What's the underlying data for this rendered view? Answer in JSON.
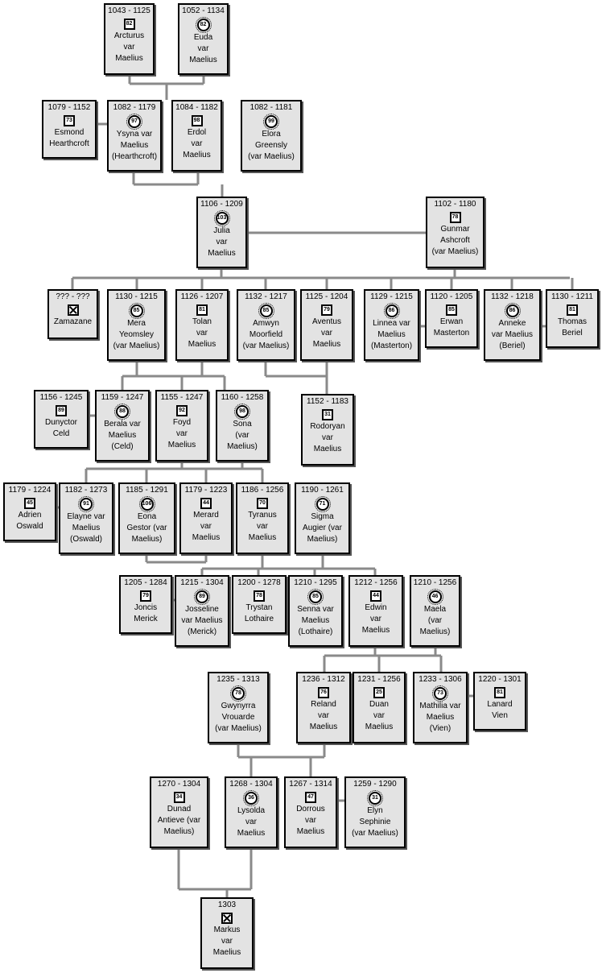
{
  "people": [
    {
      "id": "arcturus",
      "dates": "1043 - 1125",
      "age": "82",
      "shape": "square",
      "name": [
        "Arcturus",
        "var",
        "Maelius"
      ]
    },
    {
      "id": "euda",
      "dates": "1052 - 1134",
      "age": "82",
      "shape": "circle",
      "name": [
        "Euda",
        "var",
        "Maelius"
      ]
    },
    {
      "id": "esmond",
      "dates": "1079 - 1152",
      "age": "73",
      "shape": "square",
      "name": [
        "Esmond",
        "Hearthcroft"
      ]
    },
    {
      "id": "ysyna",
      "dates": "1082 - 1179",
      "age": "97",
      "shape": "circle",
      "name": [
        "Ysyna var",
        "Maelius",
        "(Hearthcroft)"
      ]
    },
    {
      "id": "erdol",
      "dates": "1084 - 1182",
      "age": "98",
      "shape": "square",
      "name": [
        "Erdol",
        "var",
        "Maelius"
      ]
    },
    {
      "id": "elora",
      "dates": "1082 - 1181",
      "age": "99",
      "shape": "circle",
      "name": [
        "Elora",
        "Greensly",
        "(var Maelius)"
      ]
    },
    {
      "id": "julia",
      "dates": "1106 - 1209",
      "age": "103",
      "shape": "circle",
      "name": [
        "Julia",
        "var",
        "Maelius"
      ]
    },
    {
      "id": "gunmar",
      "dates": "1102 - 1180",
      "age": "78",
      "shape": "square",
      "name": [
        "Gunmar",
        "Ashcroft",
        "(var Maelius)"
      ]
    },
    {
      "id": "zamazane",
      "dates": "??? - ???",
      "age": "",
      "shape": "unknown",
      "name": [
        "Zamazane"
      ]
    },
    {
      "id": "mera",
      "dates": "1130 - 1215",
      "age": "85",
      "shape": "circle",
      "name": [
        "Mera",
        "Yeomsley",
        "(var Maelius)"
      ]
    },
    {
      "id": "tolan",
      "dates": "1126 - 1207",
      "age": "81",
      "shape": "square",
      "name": [
        "Tolan",
        "var",
        "Maelius"
      ]
    },
    {
      "id": "amwyn",
      "dates": "1132 - 1217",
      "age": "85",
      "shape": "circle",
      "name": [
        "Amwyn",
        "Moorfield",
        "(var Maelius)"
      ]
    },
    {
      "id": "aventus",
      "dates": "1125 - 1204",
      "age": "79",
      "shape": "square",
      "name": [
        "Aventus",
        "var",
        "Maelius"
      ]
    },
    {
      "id": "linnea",
      "dates": "1129 - 1215",
      "age": "86",
      "shape": "circle",
      "name": [
        "Linnea var",
        "Maelius",
        "(Masterton)"
      ]
    },
    {
      "id": "erwan",
      "dates": "1120 - 1205",
      "age": "85",
      "shape": "square",
      "name": [
        "Erwan",
        "Masterton"
      ]
    },
    {
      "id": "anneke",
      "dates": "1132 - 1218",
      "age": "86",
      "shape": "circle",
      "name": [
        "Anneke",
        "var Maelius",
        "(Beriel)"
      ]
    },
    {
      "id": "thomas",
      "dates": "1130 - 1211",
      "age": "81",
      "shape": "square",
      "name": [
        "Thomas",
        "Beriel"
      ]
    },
    {
      "id": "dunyctor",
      "dates": "1156 - 1245",
      "age": "89",
      "shape": "square",
      "name": [
        "Dunyctor",
        "Celd"
      ]
    },
    {
      "id": "berala",
      "dates": "1159 - 1247",
      "age": "88",
      "shape": "circle",
      "name": [
        "Berala var",
        "Maelius",
        "(Celd)"
      ]
    },
    {
      "id": "foyd",
      "dates": "1155 - 1247",
      "age": "92",
      "shape": "square",
      "name": [
        "Foyd",
        "var",
        "Maelius"
      ]
    },
    {
      "id": "sona",
      "dates": "1160 - 1258",
      "age": "98",
      "shape": "circle",
      "name": [
        "Sona",
        "(var",
        "Maelius)"
      ]
    },
    {
      "id": "rodoryan",
      "dates": "1152 - 1183",
      "age": "31",
      "shape": "square",
      "name": [
        "Rodoryan",
        "var",
        "Maelius"
      ]
    },
    {
      "id": "adrien",
      "dates": "1179 - 1224",
      "age": "45",
      "shape": "square",
      "name": [
        "Adrien",
        "Oswald"
      ]
    },
    {
      "id": "elayne",
      "dates": "1182 - 1273",
      "age": "91",
      "shape": "circle",
      "name": [
        "Elayne var",
        "Maelius",
        "(Oswald)"
      ]
    },
    {
      "id": "eona",
      "dates": "1185 - 1291",
      "age": "106",
      "shape": "circle",
      "name": [
        "Eona",
        "Gestor (var",
        "Maelius)"
      ]
    },
    {
      "id": "merard",
      "dates": "1179 - 1223",
      "age": "44",
      "shape": "square",
      "name": [
        "Merard",
        "var",
        "Maelius"
      ]
    },
    {
      "id": "tyranus",
      "dates": "1186 - 1256",
      "age": "70",
      "shape": "square",
      "name": [
        "Tyranus",
        "var",
        "Maelius"
      ]
    },
    {
      "id": "sigma",
      "dates": "1190 - 1261",
      "age": "71",
      "shape": "circle",
      "name": [
        "Sigma",
        "Augier (var",
        "Maelius)"
      ]
    },
    {
      "id": "joncis",
      "dates": "1205 - 1284",
      "age": "79",
      "shape": "square",
      "name": [
        "Joncis",
        "Merick"
      ]
    },
    {
      "id": "josseline",
      "dates": "1215 - 1304",
      "age": "89",
      "shape": "circle",
      "name": [
        "Josseline",
        "var Maelius",
        "(Merick)"
      ]
    },
    {
      "id": "trystan",
      "dates": "1200 - 1278",
      "age": "78",
      "shape": "square",
      "name": [
        "Trystan",
        "Lothaire"
      ]
    },
    {
      "id": "senna",
      "dates": "1210 - 1295",
      "age": "85",
      "shape": "circle",
      "name": [
        "Senna var",
        "Maelius",
        "(Lothaire)"
      ]
    },
    {
      "id": "edwin",
      "dates": "1212 - 1256",
      "age": "44",
      "shape": "square",
      "name": [
        "Edwin",
        "var",
        "Maelius"
      ]
    },
    {
      "id": "maela",
      "dates": "1210 - 1256",
      "age": "46",
      "shape": "circle",
      "name": [
        "Maela",
        "(var",
        "Maelius)"
      ]
    },
    {
      "id": "gwynyrra",
      "dates": "1235 - 1313",
      "age": "78",
      "shape": "circle",
      "name": [
        "Gwynyrra",
        "Vrouarde",
        "(var Maelius)"
      ]
    },
    {
      "id": "reland",
      "dates": "1236 - 1312",
      "age": "76",
      "shape": "square",
      "name": [
        "Reland",
        "var",
        "Maelius"
      ]
    },
    {
      "id": "duan",
      "dates": "1231 - 1256",
      "age": "25",
      "shape": "square",
      "name": [
        "Duan",
        "var",
        "Maelius"
      ]
    },
    {
      "id": "mathilia",
      "dates": "1233 - 1306",
      "age": "73",
      "shape": "circle",
      "name": [
        "Mathilia var",
        "Maelius",
        "(Vien)"
      ]
    },
    {
      "id": "lanard",
      "dates": "1220 - 1301",
      "age": "81",
      "shape": "square",
      "name": [
        "Lanard",
        "Vien"
      ]
    },
    {
      "id": "dunad",
      "dates": "1270 - 1304",
      "age": "34",
      "shape": "square",
      "name": [
        "Dunad",
        "Antieve (var",
        "Maelius)"
      ]
    },
    {
      "id": "lysolda",
      "dates": "1268 - 1304",
      "age": "36",
      "shape": "circle",
      "name": [
        "Lysolda",
        "var",
        "Maelius"
      ]
    },
    {
      "id": "dorrous",
      "dates": "1267 - 1314",
      "age": "47",
      "shape": "square",
      "name": [
        "Dorrous",
        "var",
        "Maelius"
      ]
    },
    {
      "id": "elyn",
      "dates": "1259 - 1290",
      "age": "31",
      "shape": "circle",
      "name": [
        "Elyn",
        "Sephinie",
        "(var Maelius)"
      ]
    },
    {
      "id": "markus",
      "dates": "1303",
      "age": "",
      "shape": "unknown",
      "name": [
        "Markus",
        "var",
        "Maelius"
      ]
    }
  ]
}
